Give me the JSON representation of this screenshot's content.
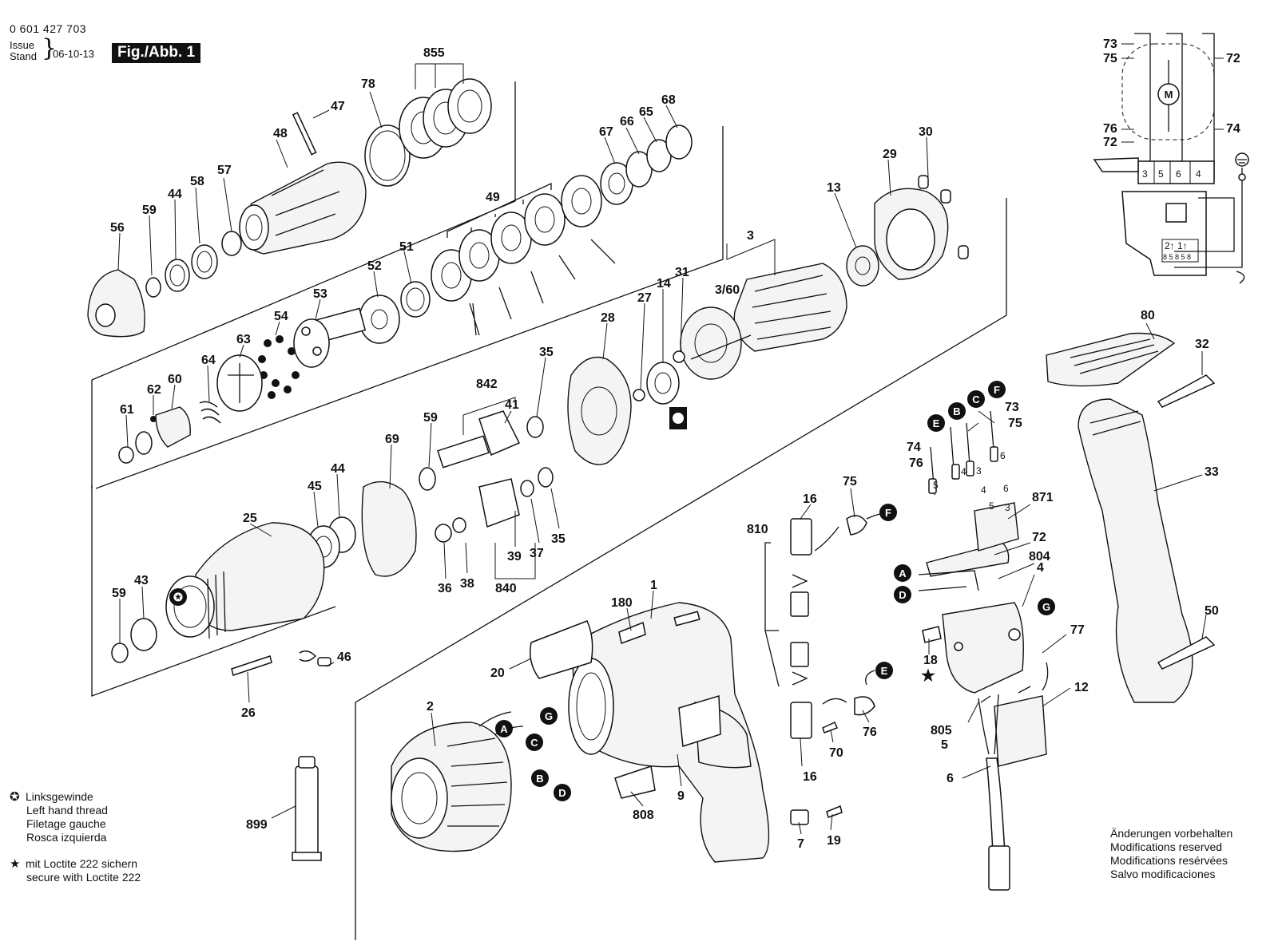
{
  "header": {
    "doc_number": "0 601 427 703",
    "issue_label": "Issue",
    "stand_label": "Stand",
    "issue_date": "06-10-13",
    "figure_label": "Fig./Abb. 1"
  },
  "legend": {
    "left_hand_thread": [
      "Linksgewinde",
      "Left hand thread",
      "Filetage gauche",
      "Rosca izquierda"
    ],
    "loctite": [
      "mit Loctite 222 sichern",
      "secure with Loctite 222"
    ]
  },
  "notice": [
    "Änderungen vorbehalten",
    "Modifications reserved",
    "Modifications resérvées",
    "Salvo modificaciones"
  ],
  "wiring": {
    "motor_symbol": "M",
    "terminals": [
      "3",
      "5",
      "6",
      "4"
    ],
    "switch_terminals_top": "2↑ 1↑",
    "switch_terminals_bottom": "8 5 8 5 8"
  },
  "connectors": [
    "A",
    "B",
    "C",
    "D",
    "E",
    "F",
    "G"
  ],
  "parts": {
    "p855": "855",
    "p78": "78",
    "p47": "47",
    "p48": "48",
    "p57": "57",
    "p58": "58",
    "p44a": "44",
    "p59a": "59",
    "p56": "56",
    "p68": "68",
    "p65": "65",
    "p66": "66",
    "p67": "67",
    "p49": "49",
    "p51": "51",
    "p52": "52",
    "p53": "53",
    "p54": "54",
    "p63": "63",
    "p64": "64",
    "p60": "60",
    "p62": "62",
    "p61": "61",
    "p30": "30",
    "p29": "29",
    "p13": "13",
    "p3": "3",
    "p360": "3/60",
    "p31": "31",
    "p14": "14",
    "p27": "27",
    "p28": "28",
    "p35a": "35",
    "p842": "842",
    "p41": "41",
    "p59b": "59",
    "p69": "69",
    "p44b": "44",
    "p45": "45",
    "p25": "25",
    "p43": "43",
    "p59c": "59",
    "p46": "46",
    "p26": "26",
    "p36": "36",
    "p38": "38",
    "p39": "39",
    "p37": "37",
    "p35b": "35",
    "p840": "840",
    "p1": "1",
    "p180": "180",
    "p20": "20",
    "p2": "2",
    "p9": "9",
    "p808": "808",
    "p899": "899",
    "p75a": "75",
    "p16a": "16",
    "p810": "810",
    "p16b": "16",
    "p76a": "76",
    "p70": "70",
    "p7": "7",
    "p19": "19",
    "p73a": "73",
    "p75b": "75",
    "p74a": "74",
    "p76b": "76",
    "pt5": "5",
    "pt4": "4",
    "pt3": "3",
    "pt6": "6",
    "p871": "871",
    "ps4": "4",
    "ps6": "6",
    "ps5": "5",
    "ps3": "3",
    "p72a": "72",
    "p804": "804",
    "p4": "4",
    "p77": "77",
    "p18": "18",
    "p12": "12",
    "p805": "805",
    "p5": "5",
    "p6": "6",
    "p80": "80",
    "p32": "32",
    "p33": "33",
    "p50": "50",
    "p73b": "73",
    "p75c": "75",
    "p72b": "72",
    "p76c": "76",
    "p72c": "72",
    "p74b": "74"
  }
}
